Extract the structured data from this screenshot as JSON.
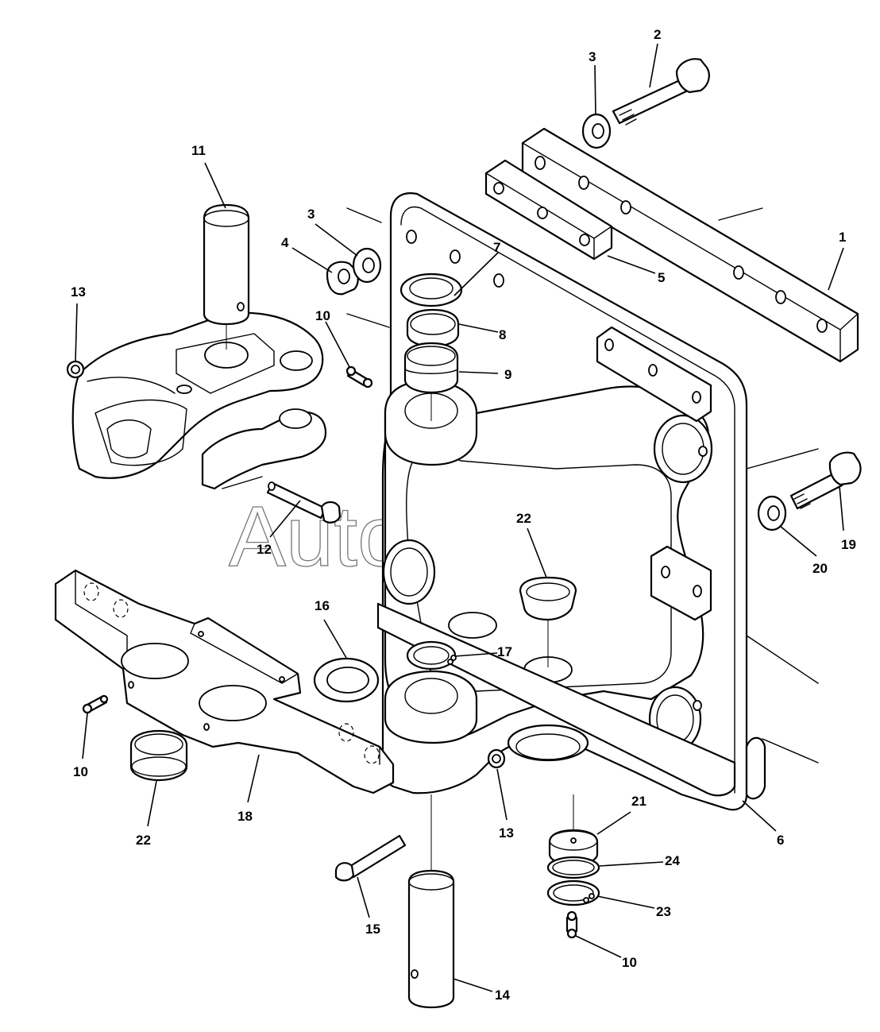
{
  "watermark": "AutoSoft",
  "callouts": {
    "c1": "1",
    "c2": "2",
    "c3a": "3",
    "c3b": "3",
    "c4": "4",
    "c5": "5",
    "c6": "6",
    "c7": "7",
    "c8": "8",
    "c9": "9",
    "c10a": "10",
    "c10b": "10",
    "c10c": "10",
    "c11": "11",
    "c12": "12",
    "c13a": "13",
    "c13b": "13",
    "c14": "14",
    "c15": "15",
    "c16": "16",
    "c17": "17",
    "c18": "18",
    "c19": "19",
    "c20": "20",
    "c21": "21",
    "c22a": "22",
    "c22b": "22",
    "c23": "23",
    "c24": "24"
  }
}
